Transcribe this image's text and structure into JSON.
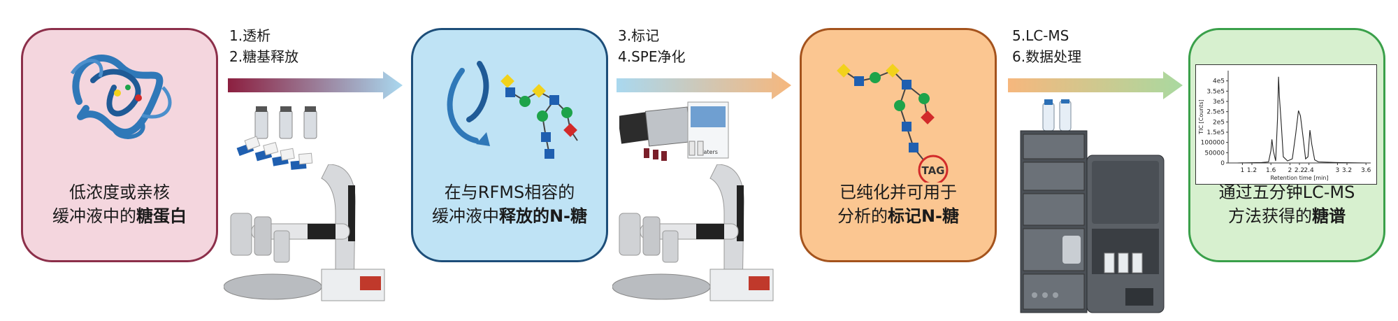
{
  "steps": [
    {
      "id": "s1",
      "line1": "低浓度或亲核",
      "line2_plain": "缓冲液中的",
      "line2_bold": "糖蛋白",
      "bg": "#f4d6de",
      "border": "#8c2f4a"
    },
    {
      "id": "s2",
      "line1": "在与RFMS相容的",
      "line2_plain": "缓冲液中",
      "line2_bold": "释放的N-糖",
      "bg": "#bfe3f5",
      "border": "#1d4e79"
    },
    {
      "id": "s3",
      "line1": "已纯化并可用于",
      "line2_plain": "分析的",
      "line2_bold": "标记N-糖",
      "bg": "#fbc691",
      "border": "#a4531d"
    },
    {
      "id": "s4",
      "line1": "通过五分钟LC-MS",
      "line2_plain": "方法获得的",
      "line2_bold": "糖谱",
      "bg": "#d7f0cf",
      "border": "#3aa04a"
    }
  ],
  "arrows": [
    {
      "labels": [
        "1.透析",
        "2.糖基释放"
      ],
      "from": "#8c1f3f",
      "to": "#a9d8ef"
    },
    {
      "labels": [
        "3.标记",
        "4.SPE净化"
      ],
      "from": "#a9d8ef",
      "to": "#f6b77d"
    },
    {
      "labels": [
        "5.LC-MS",
        "6.数据处理"
      ],
      "from": "#f6b77d",
      "to": "#a9d9a0"
    }
  ],
  "tag_label": "TAG",
  "cartridge_brand": "Waters",
  "colors": {
    "glycan_blue": "#1f5fb0",
    "glycan_green": "#1ea34a",
    "glycan_yellow": "#f2d21b",
    "glycan_red": "#d22a2a",
    "protein_blue": "#2f78b8"
  },
  "chart_data": {
    "type": "line",
    "xlabel": "Retention time [min]",
    "ylabel": "TIC [Counts]",
    "xlim": [
      0.7,
      3.7
    ],
    "ylim": [
      0,
      450000
    ],
    "x_ticks": [
      "1",
      "1.2",
      "1.6",
      "2",
      "2.2",
      "2.4",
      "3",
      "3.2",
      "3.6"
    ],
    "x_tick_values": [
      1.0,
      1.2,
      1.6,
      2.0,
      2.2,
      2.4,
      3.0,
      3.2,
      3.6
    ],
    "y_ticks": [
      "0",
      "50000",
      "100000",
      "1.5e5",
      "2e5",
      "2.5e5",
      "3e5",
      "3.5e5",
      "4e5"
    ],
    "y_tick_values": [
      0,
      50000,
      100000,
      150000,
      200000,
      250000,
      300000,
      350000,
      400000
    ],
    "series": [
      {
        "x": [
          0.9,
          1.4,
          1.55,
          1.6,
          1.62,
          1.65,
          1.7,
          1.74,
          1.76,
          1.78,
          1.82,
          1.86,
          1.95,
          2.05,
          2.12,
          2.18,
          2.22,
          2.28,
          2.33,
          2.38,
          2.42,
          2.46,
          2.52,
          2.6,
          3.0,
          3.6
        ],
        "y": [
          0,
          2000,
          5000,
          60000,
          115000,
          60000,
          10000,
          220000,
          420000,
          320000,
          180000,
          30000,
          10000,
          20000,
          140000,
          255000,
          230000,
          120000,
          20000,
          30000,
          160000,
          90000,
          15000,
          5000,
          2000,
          0
        ]
      }
    ]
  }
}
